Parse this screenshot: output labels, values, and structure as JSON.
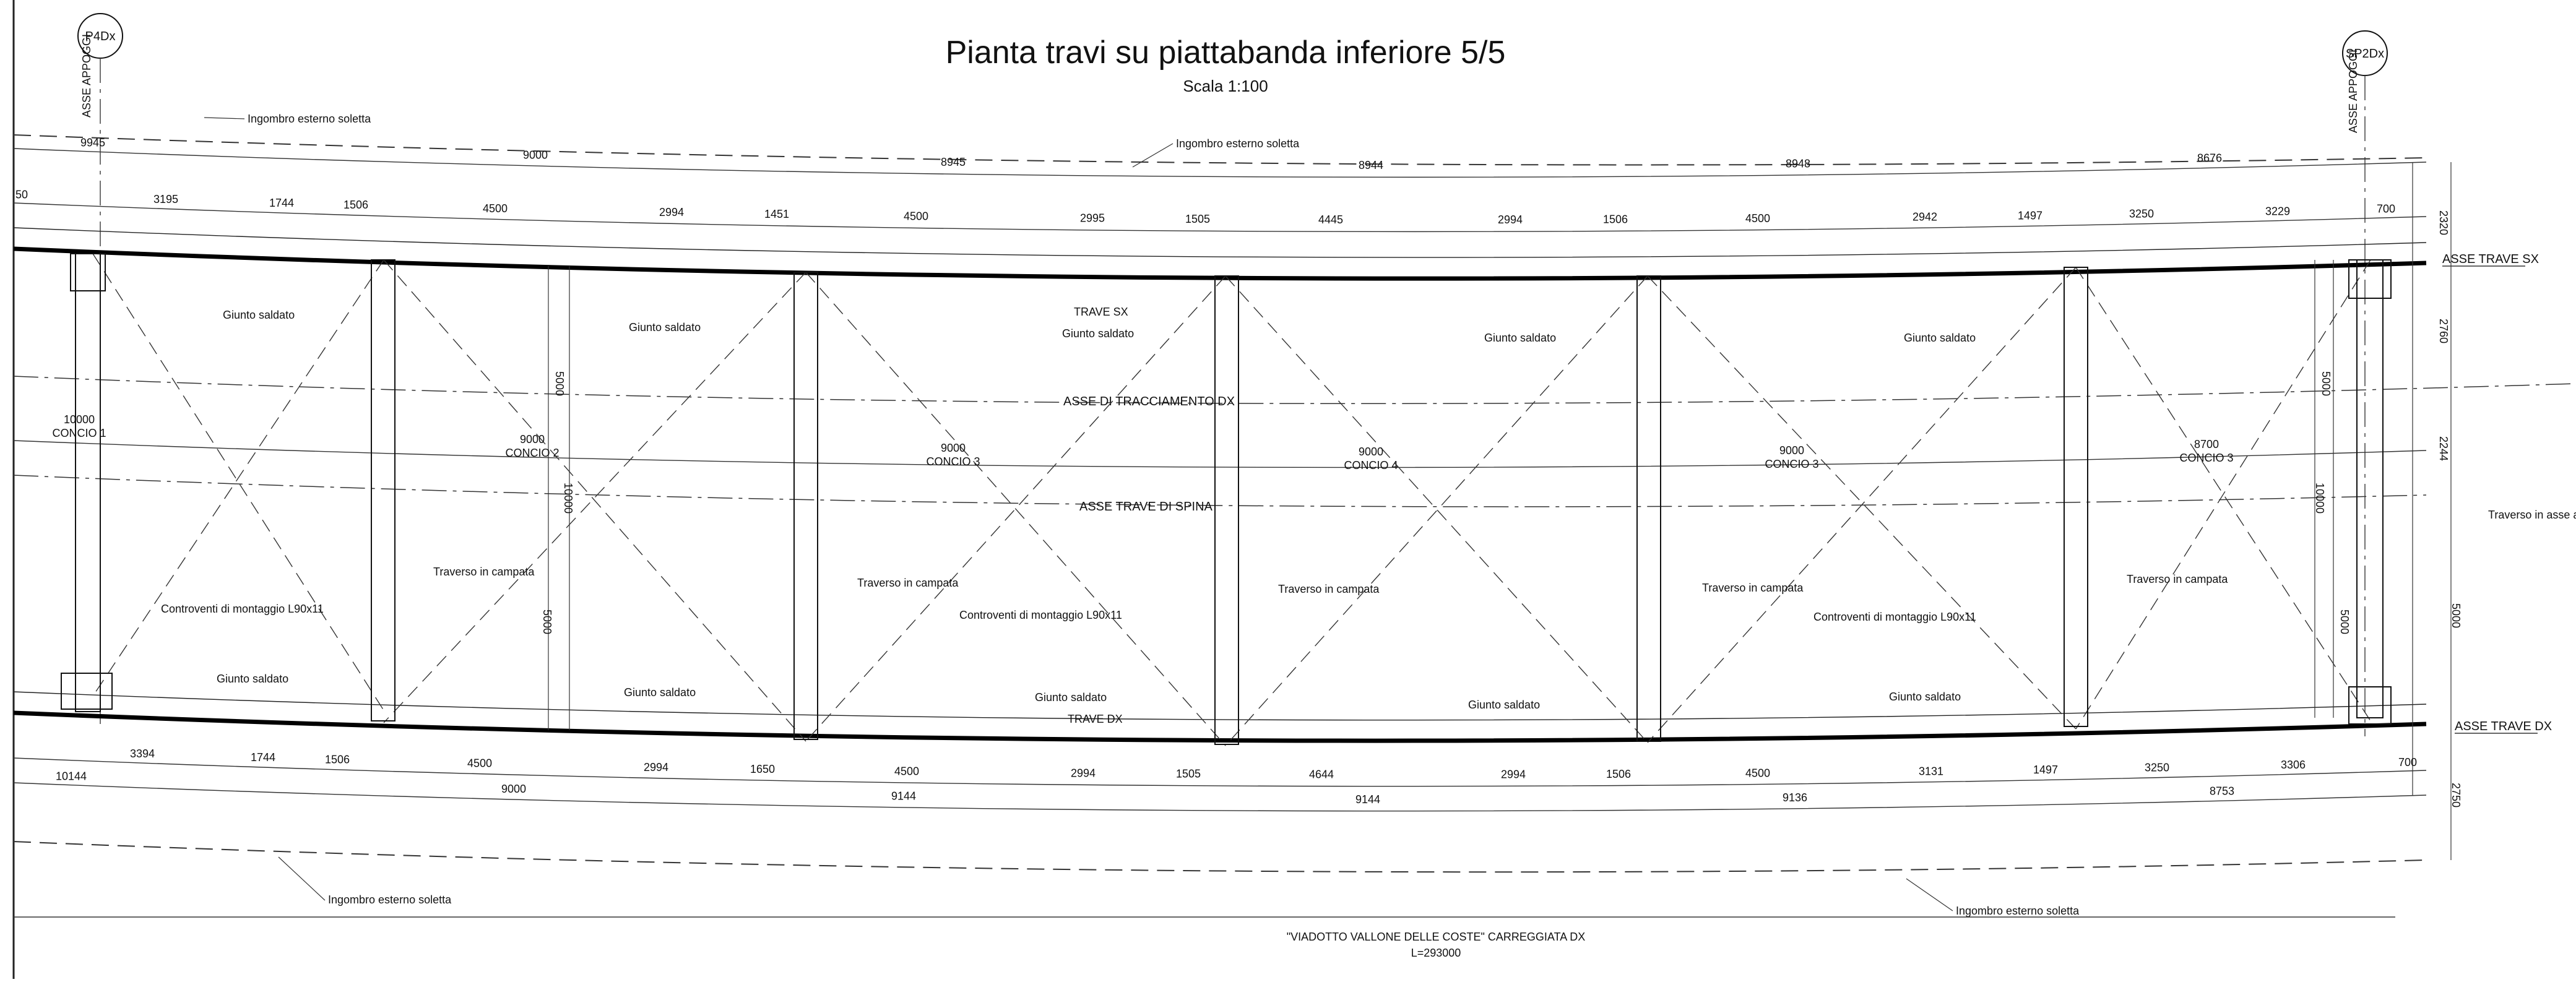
{
  "title": "Pianta travi su piattabanda inferiore 5/5",
  "scale": "Scala 1:100",
  "support_left": {
    "tag": "P4Dx",
    "axis": "ASSE APPOGGI"
  },
  "support_right": {
    "tag": "SP2Dx",
    "axis": "ASSE APPOGGI"
  },
  "axes": {
    "beam_sx": "ASSE TRAVE SX",
    "beam_dx": "ASSE TRAVE DX",
    "tracing": "ASSE DI TRACCIAMENTO DX",
    "spine": "ASSE TRAVE DI SPINA",
    "trave_sx": "TRAVE SX",
    "trave_dx": "TRAVE DX"
  },
  "labels": {
    "slab_outline": "Ingombro esterno soletta",
    "weld_joint": "Giunto saldato",
    "cross_span": "Traverso in campata",
    "cross_support": "Traverso in asse appoggi",
    "bracing": "Controventi di montaggio L90x11"
  },
  "segments": [
    {
      "length": "10000",
      "name": "CONCIO 1"
    },
    {
      "length": "9000",
      "name": "CONCIO 2"
    },
    {
      "length": "9000",
      "name": "CONCIO 3"
    },
    {
      "length": "9000",
      "name": "CONCIO 4"
    },
    {
      "length": "9000",
      "name": "CONCIO 3"
    },
    {
      "length": "8700",
      "name": "CONCIO 3"
    }
  ],
  "dims_top_outer": [
    "9945",
    "9000",
    "8945",
    "8944",
    "8948",
    "8676"
  ],
  "dims_top_inner": [
    "50",
    "3195",
    "1744",
    "1506",
    "4500",
    "2994",
    "1451",
    "4500",
    "2995",
    "1505",
    "4445",
    "2994",
    "1506",
    "4500",
    "2942",
    "1497",
    "3250",
    "3229",
    "700"
  ],
  "dims_bottom_inner": [
    "3394",
    "1744",
    "1506",
    "4500",
    "2994",
    "1650",
    "4500",
    "2994",
    "1505",
    "4644",
    "2994",
    "1506",
    "4500",
    "3131",
    "1497",
    "3250",
    "3306",
    "700"
  ],
  "dims_bottom_outer": [
    "10144",
    "9000",
    "9144",
    "9144",
    "9136",
    "8753"
  ],
  "dims_vertical_right": [
    "2320",
    "2760",
    "2244",
    "5000",
    "2750"
  ],
  "dims_vertical_cross": [
    "5000",
    "10000",
    "5000",
    "5000",
    "10000",
    "5000"
  ],
  "footer": {
    "name": "\"VIADOTTO VALLONE DELLE COSTE\" CARREGGIATA DX",
    "length": "L=293000"
  }
}
